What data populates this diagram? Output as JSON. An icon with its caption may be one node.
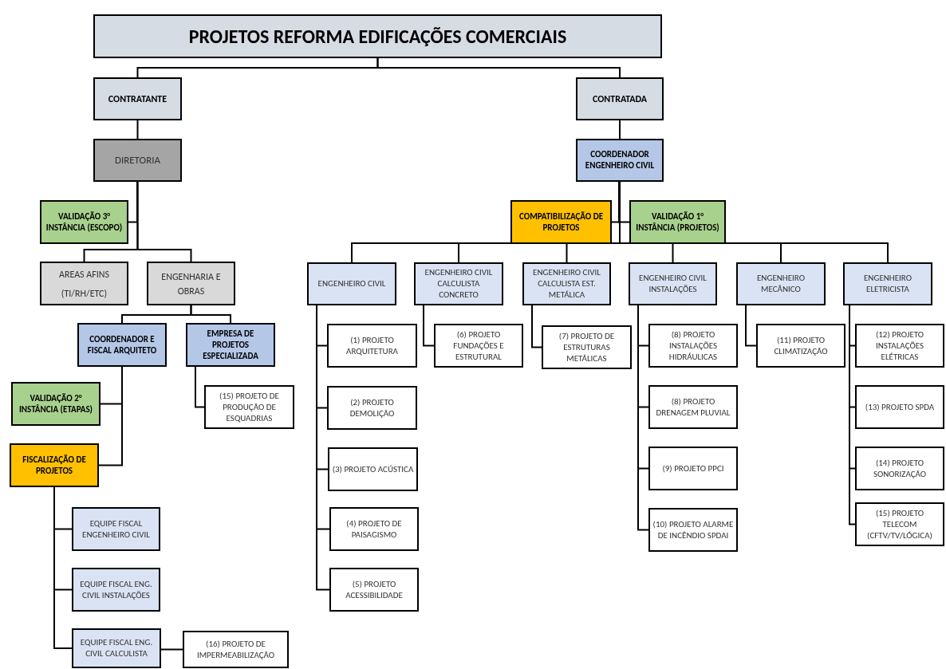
{
  "diagram": {
    "nodes": [
      {
        "text": [
          "PROJETOS REFORMA EDIFICAÇÕES COMERCIAIS"
        ]
      },
      {
        "text": [
          "CONTRATANTE"
        ]
      },
      {
        "text": [
          "CONTRATADA"
        ]
      },
      {
        "text": [
          "DIRETORIA"
        ]
      },
      {
        "text": [
          "COORDENADOR ENGENHEIRO CIVIL"
        ]
      },
      {
        "text": [
          "VALIDAÇÃO 3° INSTÂNCIA (ESCOPO)"
        ]
      },
      {
        "text": [
          "AREAS AFINS",
          "(TI/RH/ETC)"
        ]
      },
      {
        "text": [
          "ENGENHARIA E OBRAS"
        ]
      },
      {
        "text": [
          "COORDENADOR E FISCAL ARQUITETO"
        ]
      },
      {
        "text": [
          "EMPRESA DE PROJETOS ESPECIALIZADA"
        ]
      },
      {
        "text": [
          "(15) PROJETO DE PRODUÇÃO DE ESQUADRIAS"
        ]
      },
      {
        "text": [
          "VALIDAÇÃO 2° INSTÂNCIA (ETAPAS)"
        ]
      },
      {
        "text": [
          "FISCALIZAÇÃO DE PROJETOS"
        ]
      },
      {
        "text": [
          "EQUIPE FISCAL ENGENHEIRO CIVIL"
        ]
      },
      {
        "text": [
          "EQUIPE FISCAL ENG. CIVIL INSTALAÇÕES"
        ]
      },
      {
        "text": [
          "EQUIPE FISCAL ENG. CIVIL CALCULISTA"
        ]
      },
      {
        "text": [
          "(16) PROJETO DE IMPERMEABILIZAÇÃO"
        ]
      },
      {
        "text": [
          "COMPATIBILIZAÇÃO DE PROJETOS"
        ]
      },
      {
        "text": [
          "VALIDAÇÃO 1° INSTÂNCIA (PROJETOS)"
        ]
      },
      {
        "text": [
          "ENGENHEIRO CIVIL"
        ]
      },
      {
        "text": [
          "ENGENHEIRO CIVIL CALCULISTA CONCRETO"
        ]
      },
      {
        "text": [
          "ENGENHEIRO CIVIL CALCULISTA EST. METÁLICA"
        ]
      },
      {
        "text": [
          "ENGENHEIRO CIVIL INSTALAÇÕES"
        ]
      },
      {
        "text": [
          "ENGENHEIRO MECÂNICO"
        ]
      },
      {
        "text": [
          "ENGENHEIRO ELETRICISTA"
        ]
      },
      {
        "text": [
          "(1) PROJETO ARQUITETURA"
        ]
      },
      {
        "text": [
          "(2) PROJETO DEMOLIÇÃO"
        ]
      },
      {
        "text": [
          "(3) PROJETO ACÚSTICA"
        ]
      },
      {
        "text": [
          "(4) PROJETO DE PAISAGISMO"
        ]
      },
      {
        "text": [
          "(5) PROJETO ACESSIBILIDADE"
        ]
      },
      {
        "text": [
          "(6) PROJETO FUNDAÇÕES E ESTRUTURAL"
        ]
      },
      {
        "text": [
          "(7) PROJETO DE ESTRUTURAS METÁLICAS"
        ]
      },
      {
        "text": [
          "(8) PROJETO INSTALAÇÕES HIDRÁULICAS"
        ]
      },
      {
        "text": [
          "(8) PROJETO DRENAGEM PLUVIAL"
        ]
      },
      {
        "text": [
          "(9) PROJETO PPCI"
        ]
      },
      {
        "text": [
          "(10) PROJETO ALARME DE INCÊNDIO SPDAI"
        ]
      },
      {
        "text": [
          "(11) PROJETO CLIMATIZAÇÃO"
        ]
      },
      {
        "text": [
          "(12) PROJETO INSTALAÇÕES ELÉTRICAS"
        ]
      },
      {
        "text": [
          "(13) PROJETO SPDA"
        ]
      },
      {
        "text": [
          "(14) PROJETO SONORIZAÇÃO"
        ]
      },
      {
        "text": [
          "(15) PROJETO TELECOM (CFTV/TV/LÓGICA)"
        ]
      }
    ],
    "edges": [
      {
        "from": 0,
        "to": 1,
        "arrow": "none"
      },
      {
        "from": 0,
        "to": 2,
        "arrow": "none"
      },
      {
        "from": 1,
        "to": 3,
        "arrow": "none"
      },
      {
        "from": 2,
        "to": 4,
        "arrow": "none"
      },
      {
        "from": 3,
        "to": 5,
        "arrow": "none"
      },
      {
        "from": 3,
        "to": 6,
        "arrow": "none"
      },
      {
        "from": 3,
        "to": 7,
        "arrow": "none"
      },
      {
        "from": 7,
        "to": 8,
        "arrow": "none"
      },
      {
        "from": 7,
        "to": 9,
        "arrow": "none"
      },
      {
        "from": 9,
        "to": 10,
        "arrow": "none"
      },
      {
        "from": 8,
        "to": 11,
        "arrow": "none"
      },
      {
        "from": 8,
        "to": 12,
        "arrow": "none"
      },
      {
        "from": 12,
        "to": 13,
        "arrow": "none"
      },
      {
        "from": 12,
        "to": 14,
        "arrow": "none"
      },
      {
        "from": 12,
        "to": 15,
        "arrow": "none"
      },
      {
        "from": 15,
        "to": 16,
        "arrow": "none"
      },
      {
        "from": 4,
        "to": 17,
        "arrow": "none"
      },
      {
        "from": 4,
        "to": 18,
        "arrow": "none"
      },
      {
        "from": 4,
        "to": 19,
        "arrow": "none"
      },
      {
        "from": 4,
        "to": 20,
        "arrow": "none"
      },
      {
        "from": 4,
        "to": 21,
        "arrow": "none"
      },
      {
        "from": 4,
        "to": 22,
        "arrow": "none"
      },
      {
        "from": 4,
        "to": 23,
        "arrow": "none"
      },
      {
        "from": 4,
        "to": 24,
        "arrow": "none"
      },
      {
        "from": 19,
        "to": 25,
        "arrow": "none"
      },
      {
        "from": 19,
        "to": 26,
        "arrow": "none"
      },
      {
        "from": 19,
        "to": 27,
        "arrow": "none"
      },
      {
        "from": 19,
        "to": 28,
        "arrow": "none"
      },
      {
        "from": 19,
        "to": 29,
        "arrow": "none"
      },
      {
        "from": 20,
        "to": 30,
        "arrow": "none"
      },
      {
        "from": 21,
        "to": 31,
        "arrow": "none"
      },
      {
        "from": 22,
        "to": 32,
        "arrow": "none"
      },
      {
        "from": 22,
        "to": 33,
        "arrow": "none"
      },
      {
        "from": 22,
        "to": 34,
        "arrow": "none"
      },
      {
        "from": 22,
        "to": 35,
        "arrow": "none"
      },
      {
        "from": 23,
        "to": 36,
        "arrow": "none"
      },
      {
        "from": 24,
        "to": 37,
        "arrow": "none"
      },
      {
        "from": 24,
        "to": 38,
        "arrow": "none"
      },
      {
        "from": 24,
        "to": 39,
        "arrow": "none"
      },
      {
        "from": 24,
        "to": 40,
        "arrow": "none"
      }
    ]
  }
}
